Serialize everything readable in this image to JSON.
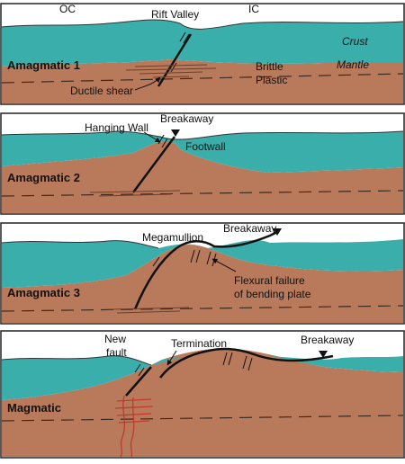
{
  "colors": {
    "crust": "#3aaeaa",
    "crust_light": "#7fd0cc",
    "mantle": "#b97a5c",
    "mantle_dark": "#a2644a",
    "frame": "#222222",
    "magma": "#c0392b"
  },
  "panel1": {
    "title": "Amagmatic 1",
    "oc": "OC",
    "ic": "IC",
    "rift_valley": "Rift Valley",
    "crust": "Crust",
    "mantle": "Mantle",
    "brittle": "Brittle",
    "plastic": "Plastic",
    "ductile_shear": "Ductile shear"
  },
  "panel2": {
    "title": "Amagmatic 2",
    "hanging_wall": "Hanging Wall",
    "breakaway": "Breakaway",
    "footwall": "Footwall"
  },
  "panel3": {
    "title": "Amagmatic 3",
    "megamullion": "Megamullion",
    "breakaway": "Breakaway",
    "flexural_1": "Flexural failure",
    "flexural_2": "of bending plate"
  },
  "panel4": {
    "title": "Magmatic",
    "new_fault_1": "New",
    "new_fault_2": "fault",
    "termination": "Termination",
    "breakaway": "Breakaway"
  }
}
